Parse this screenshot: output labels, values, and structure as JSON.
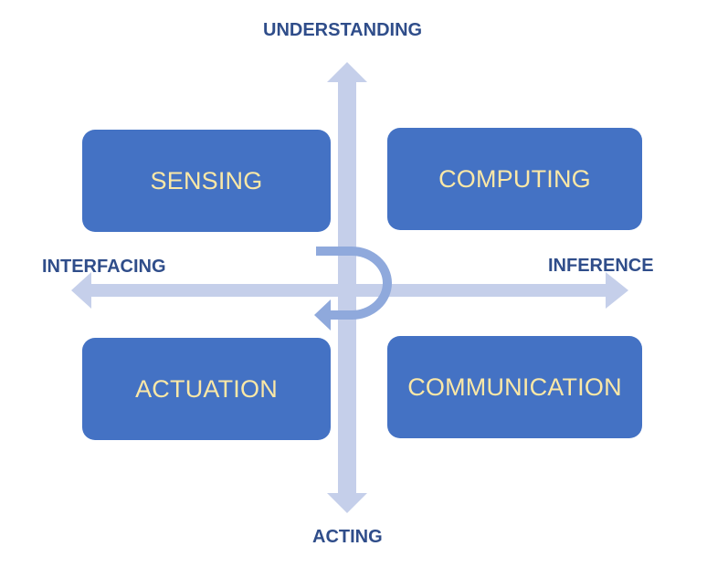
{
  "axes": {
    "top": "UNDERSTANDING",
    "bottom": "ACTING",
    "left": "INTERFACING",
    "right": "INFERENCE"
  },
  "quadrants": {
    "top_left": "SENSING",
    "top_right": "COMPUTING",
    "bottom_left": "ACTUATION",
    "bottom_right": "COMMUNICATION"
  },
  "colors": {
    "box_fill": "#4472c4",
    "box_text": "#fbe8a6",
    "axis_arrow": "#c5cfea",
    "loop_arrow": "#8fa9dc",
    "axis_label": "#2f4d8a"
  }
}
